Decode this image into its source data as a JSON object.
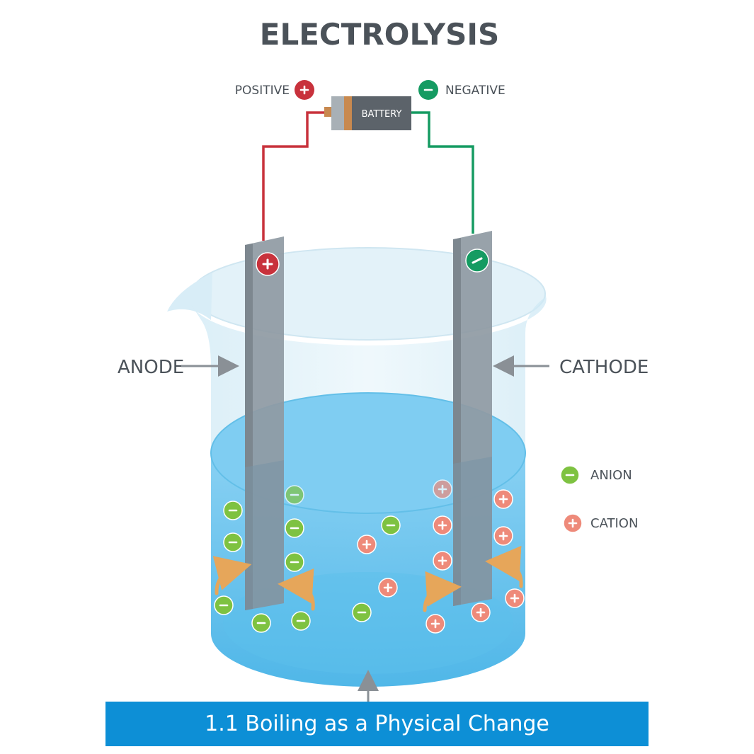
{
  "title": "ELECTROLYSIS",
  "battery": {
    "label": "BATTERY"
  },
  "terminals": {
    "positive": "POSITIVE",
    "negative": "NEGATIVE"
  },
  "electrodes": {
    "anode": "ANODE",
    "cathode": "CATHODE"
  },
  "legend": {
    "anion": "ANION",
    "cation": "CATION"
  },
  "banner": {
    "text": "1.1 Boiling as a Physical Change"
  },
  "colors": {
    "positive": "#c8323c",
    "negative": "#159b62",
    "anion": "#7ec241",
    "cation": "#ee8a7a",
    "water": "#4fb8e8",
    "electrode": "#8f9aa3",
    "banner": "#0d8fd6",
    "arrow": "#e6a65a"
  },
  "icons": [
    "plus-icon",
    "minus-icon",
    "curved-arrow-icon",
    "pointer-arrow-icon"
  ]
}
